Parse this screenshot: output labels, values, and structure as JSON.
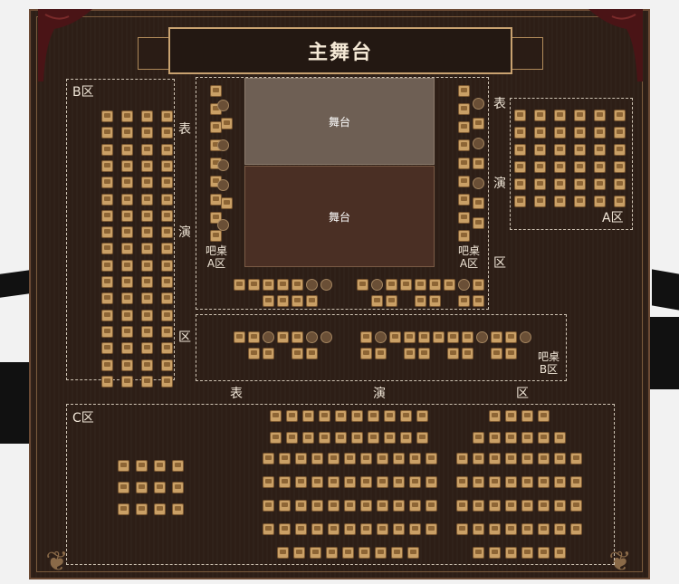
{
  "title": "主舞台",
  "stage": {
    "upper": "舞台",
    "lower": "舞台"
  },
  "zones": {
    "a": "A区",
    "b": "B区",
    "c": "C区"
  },
  "bar_a_left": {
    "line1": "吧桌",
    "line2": "A区"
  },
  "bar_a_right": {
    "line1": "吧桌",
    "line2": "A区"
  },
  "bar_b": {
    "line1": "吧桌",
    "line2": "B区"
  },
  "performance_area": {
    "char1": "表",
    "char2": "演",
    "char3": "区"
  },
  "colors": {
    "frame": "#2e1f17",
    "seat": "#caa066",
    "stage_upper": "#6e5f54",
    "stage_lower": "#4a2f24",
    "outline": "#cfc4b4"
  }
}
